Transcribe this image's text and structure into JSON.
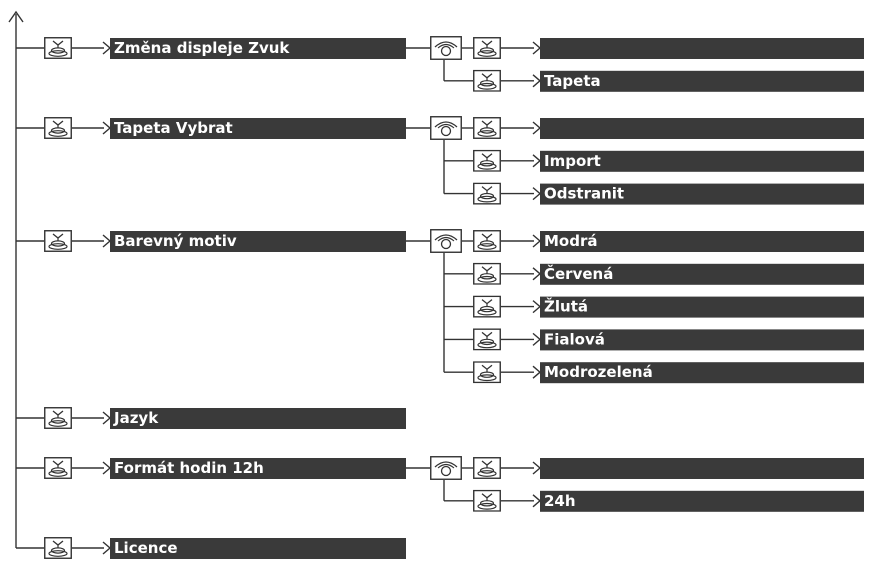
{
  "menu": [
    {
      "label": "Změna displeje Zvuk",
      "options": [
        "",
        "Tapeta"
      ]
    },
    {
      "label": "Tapeta Vybrat",
      "options": [
        "",
        "Import",
        "Odstranit"
      ]
    },
    {
      "label": "Barevný motiv",
      "options": [
        "Modrá",
        "Červená",
        "Žlutá",
        "Fialová",
        "Modrozelená"
      ]
    },
    {
      "label": "Jazyk",
      "options": []
    },
    {
      "label": "Formát hodin 12h",
      "options": [
        "",
        "24h"
      ]
    },
    {
      "label": "Licence",
      "options": []
    }
  ],
  "icons": {
    "press": "button-press-icon",
    "dial": "dial-knob-icon"
  },
  "colors": {
    "bar": "#3a3a3a",
    "line": "#333333",
    "background": "#ffffff"
  }
}
